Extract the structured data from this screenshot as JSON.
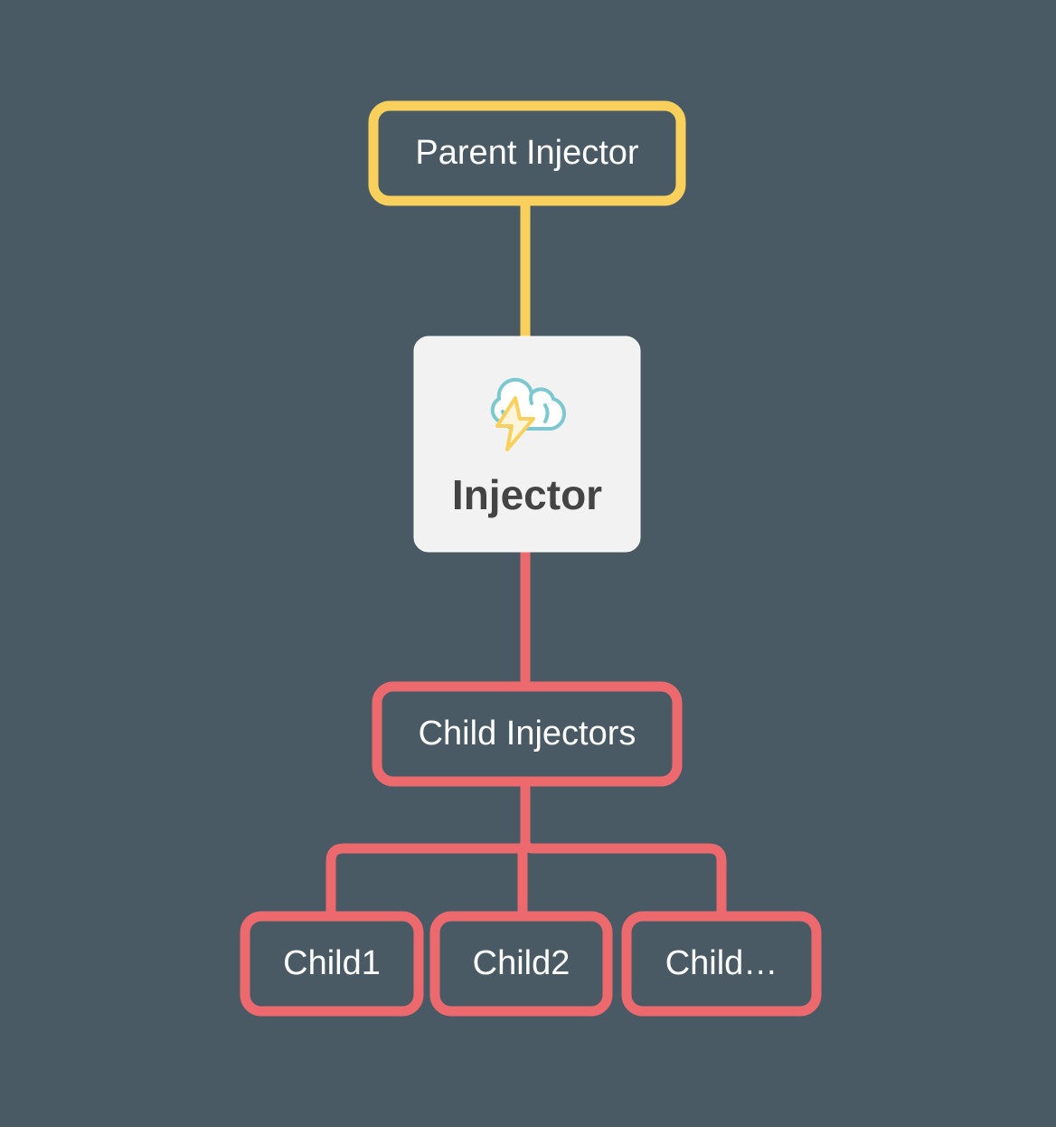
{
  "parent": {
    "label": "Parent Injector"
  },
  "core": {
    "label": "Injector",
    "icon": "cloud-lightning-icon"
  },
  "children_group": {
    "label": "Child Injectors"
  },
  "children": [
    {
      "label": "Child1"
    },
    {
      "label": "Child2"
    },
    {
      "label": "Child…"
    }
  ],
  "colors": {
    "background": "#4a5a65",
    "parent": "#f9d05b",
    "children": "#ec6a6e",
    "core_fill": "#f2f2f2",
    "icon_cloud": "#7cc8d0"
  }
}
